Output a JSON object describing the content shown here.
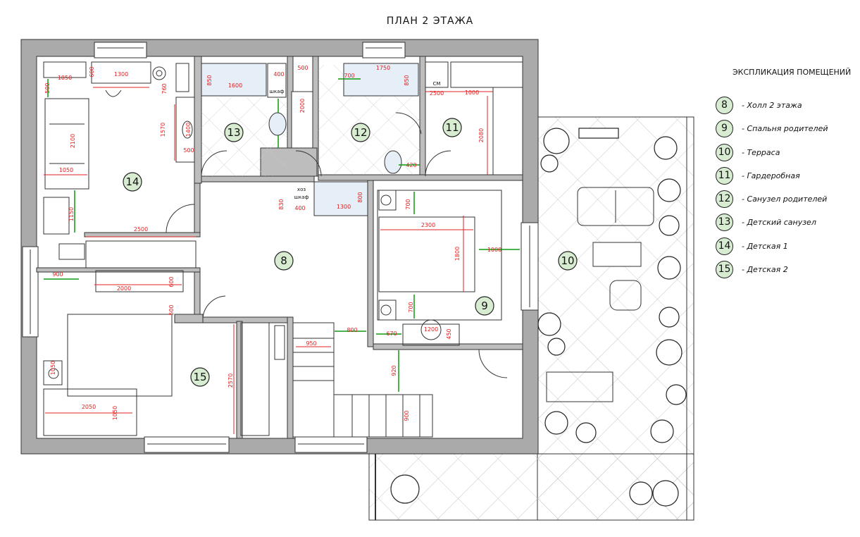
{
  "title": "ПЛАН 2 ЭТАЖА",
  "legend": {
    "title": "ЭКСПЛИКАЦИЯ ПОМЕЩЕНИЙ",
    "items": [
      {
        "num": "8",
        "label": "- Холл 2 этажа"
      },
      {
        "num": "9",
        "label": "- Спальня родителей"
      },
      {
        "num": "10",
        "label": "- Терраса"
      },
      {
        "num": "11",
        "label": "- Гардеробная"
      },
      {
        "num": "12",
        "label": "- Санузел родителей"
      },
      {
        "num": "13",
        "label": "- Детский санузел"
      },
      {
        "num": "14",
        "label": "- Детская 1"
      },
      {
        "num": "15",
        "label": "- Детская 2"
      }
    ]
  },
  "rooms": {
    "r8": "8",
    "r9": "9",
    "r10": "10",
    "r11": "11",
    "r12": "12",
    "r13": "13",
    "r14": "14",
    "r15": "15"
  },
  "dims": {
    "d1050a": "1050",
    "d600a": "600",
    "d1300a": "1300",
    "d760": "760",
    "d850a": "850",
    "d1600": "1600",
    "d400a": "400",
    "d500a": "500",
    "d1750": "1750",
    "d850b": "850",
    "d2500a": "2500",
    "d1000a": "1000",
    "d500b": "500",
    "d2100": "2100",
    "d1570": "1570",
    "d1400": "1400",
    "d500c": "500",
    "d2000a": "2000",
    "d2080": "2080",
    "d1050b": "1050",
    "d1150": "1150",
    "d2500b": "2500",
    "d830": "830",
    "d400b": "400",
    "d1300b": "1300",
    "d800a": "800",
    "d700a": "700",
    "d2300": "2300",
    "d1800": "1800",
    "d1000b": "1000",
    "d900a": "900",
    "d2000b": "2000",
    "d600b": "600",
    "d500d": "500",
    "d700b": "700",
    "d800b": "800",
    "d670": "670",
    "d1200": "1200",
    "d450": "450",
    "d950": "950",
    "d1050c": "1050",
    "d2570": "2570",
    "d2050": "2050",
    "d1050d": "1050",
    "d920": "920",
    "d900b": "900",
    "d700c": "700",
    "d420": "420"
  },
  "text": {
    "shkaf1": "шкаф",
    "koz": "хоз",
    "shkaf2": "шкаф",
    "cm": "СМ"
  }
}
